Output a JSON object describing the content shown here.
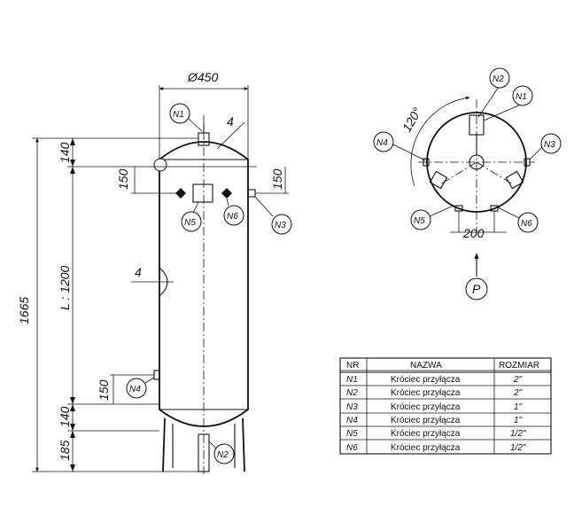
{
  "dimensions": {
    "diameter": "Ø450",
    "total_height": "1665",
    "cylinder_length": "L : 1200",
    "top_head": "140",
    "bottom_head": "140",
    "legs": "185",
    "offset_left": "150",
    "offset_right": "150",
    "offset_n4": "150",
    "wall_top": "4",
    "wall_side": "4",
    "angle": "120°",
    "plan_offset": "200"
  },
  "view_label": "P",
  "nozzles": {
    "n1": "N1",
    "n2": "N2",
    "n3": "N3",
    "n4": "N4",
    "n5": "N5",
    "n6": "N6"
  },
  "table": {
    "headers": [
      "NR",
      "NAZWA",
      "ROZMIAR"
    ],
    "rows": [
      {
        "nr": "N1",
        "nazwa": "Króciec przyłącza",
        "rozmiar": "2\""
      },
      {
        "nr": "N2",
        "nazwa": "Króciec przyłącza",
        "rozmiar": "2\""
      },
      {
        "nr": "N3",
        "nazwa": "Króciec przyłącza",
        "rozmiar": "1\""
      },
      {
        "nr": "N4",
        "nazwa": "Króciec przyłącza",
        "rozmiar": "1\""
      },
      {
        "nr": "N5",
        "nazwa": "Króciec przyłącza",
        "rozmiar": "1/2\""
      },
      {
        "nr": "N6",
        "nazwa": "Króciec przyłącza",
        "rozmiar": "1/2\""
      }
    ]
  }
}
